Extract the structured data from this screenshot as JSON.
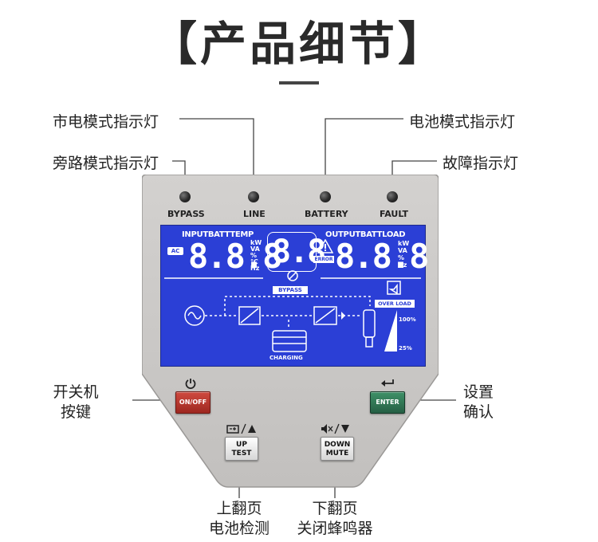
{
  "title": "【产品细节】",
  "callouts": {
    "mains_mode_led": "市电模式指示灯",
    "bypass_mode_led": "旁路模式指示灯",
    "battery_mode_led": "电池模式指示灯",
    "fault_led": "故障指示灯",
    "power_line1": "开关机",
    "power_line2": "按键",
    "enter_line1": "设置",
    "enter_line2": "确认",
    "up_line1": "上翻页",
    "up_line2": "电池检测",
    "down_line1": "下翻页",
    "down_line2": "关闭蜂鸣器"
  },
  "leds": {
    "bypass": "BYPASS",
    "line": "LINE",
    "battery": "BATTERY",
    "fault": "FAULT"
  },
  "lcd": {
    "input_header": "INPUTBATTTEMP",
    "output_header": "OUTPUTBATTLOAD",
    "ac_tag": "AC",
    "left_digits": "8.8.8",
    "center_digits": "8.8",
    "right_digits": "8.8.8",
    "units": [
      "kW",
      "VA",
      "%",
      "℃",
      "Hz"
    ],
    "units_right": [
      "kW",
      "VA",
      "%",
      "Hz"
    ],
    "error_tag": "ERROR",
    "bypass_tag": "BYPASS",
    "overload_tag": "OVER LOAD",
    "level_high": "100%",
    "level_low": "25%",
    "charging_tag": "CHARGING"
  },
  "buttons": {
    "onoff": "ON/OFF",
    "enter": "ENTER",
    "up_top": "UP",
    "up_bottom": "TEST",
    "down_top": "DOWN",
    "down_bottom": "MUTE"
  },
  "colors": {
    "lcd_blue": "#2b3fd6",
    "panel_gray": "#c9c7c5",
    "onoff_red": "#b5312a",
    "enter_green": "#2f7b57"
  }
}
